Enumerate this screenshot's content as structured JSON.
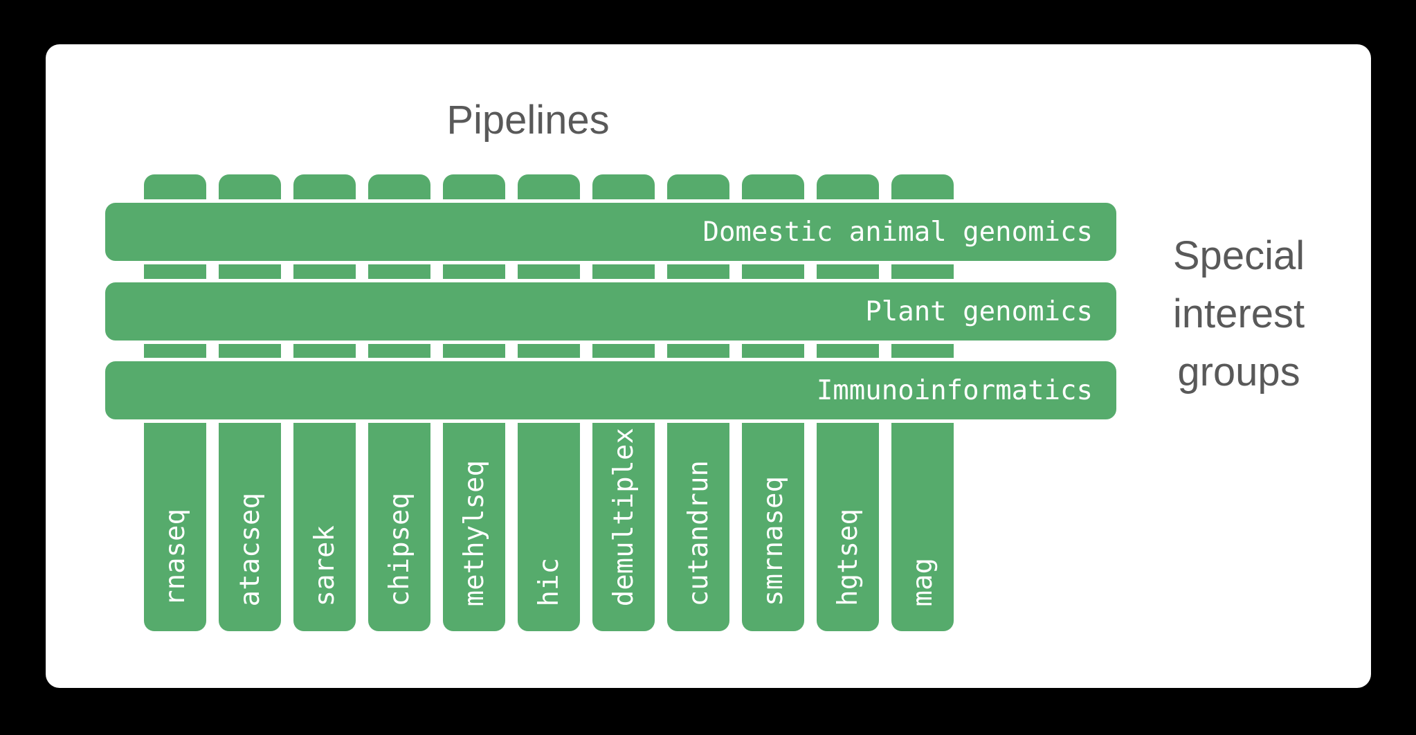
{
  "figure": {
    "title": "Pipelines",
    "side_label": "Special interest groups",
    "side_label_lines": [
      "Special",
      "interest",
      "groups"
    ]
  },
  "pipelines": [
    "rnaseq",
    "atacseq",
    "sarek",
    "chipseq",
    "methylseq",
    "hic",
    "demultiplex",
    "cutandrun",
    "smrnaseq",
    "hgtseq",
    "mag"
  ],
  "groups": [
    "Domestic animal genomics",
    "Plant genomics",
    "Immunoinformatics"
  ],
  "colors": {
    "background": "#000000",
    "card": "#ffffff",
    "bar_green": "#56ab6c",
    "bar_label": "#ffffff",
    "heading": "#595959"
  }
}
